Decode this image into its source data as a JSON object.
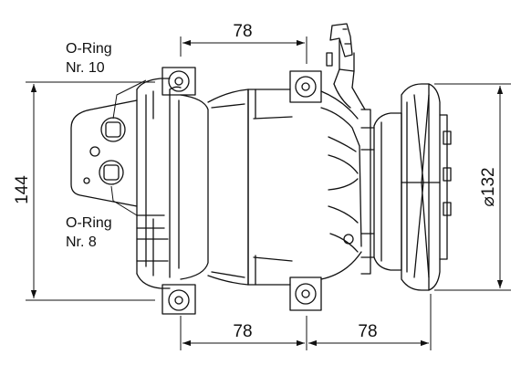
{
  "annotations": {
    "o_ring_top_title": "O-Ring",
    "o_ring_top_number": "Nr. 10",
    "o_ring_bottom_title": "O-Ring",
    "o_ring_bottom_number": "Nr. 8"
  },
  "dimensions": {
    "top_width": "78",
    "bottom_left_width": "78",
    "bottom_right_width": "78",
    "height": "144",
    "pulley_diameter": "⌀132"
  },
  "colors": {
    "line": "#111111",
    "background": "#ffffff"
  }
}
